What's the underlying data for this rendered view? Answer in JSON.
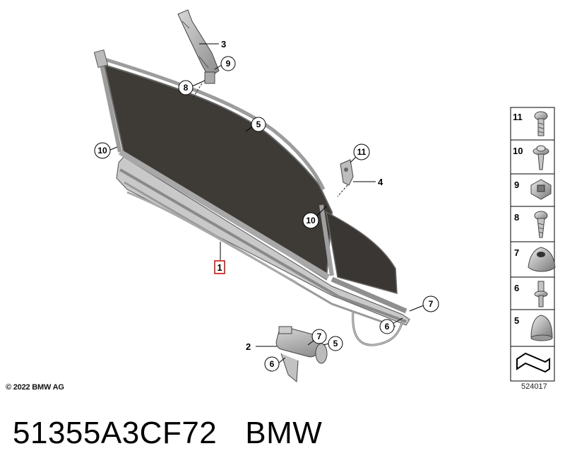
{
  "callouts": {
    "shade_assembly": "1",
    "motor": "2",
    "guide_rail": "3",
    "bracket": "4",
    "c5": "5",
    "c6": "6",
    "c7": "7",
    "c8": "8",
    "c9": "9",
    "c10": "10",
    "c11": "11"
  },
  "legend": {
    "items": [
      {
        "number": "11",
        "part": "screw"
      },
      {
        "number": "10",
        "part": "screw-with-washer"
      },
      {
        "number": "9",
        "part": "clip-nut"
      },
      {
        "number": "8",
        "part": "screw"
      },
      {
        "number": "7",
        "part": "grommet"
      },
      {
        "number": "6",
        "part": "stud-bolt"
      },
      {
        "number": "5",
        "part": "cap"
      }
    ]
  },
  "copyright": "© 2022 BMW AG",
  "diagram_id": "524017",
  "part_number": "51355A3CF72",
  "brand": "BMW"
}
